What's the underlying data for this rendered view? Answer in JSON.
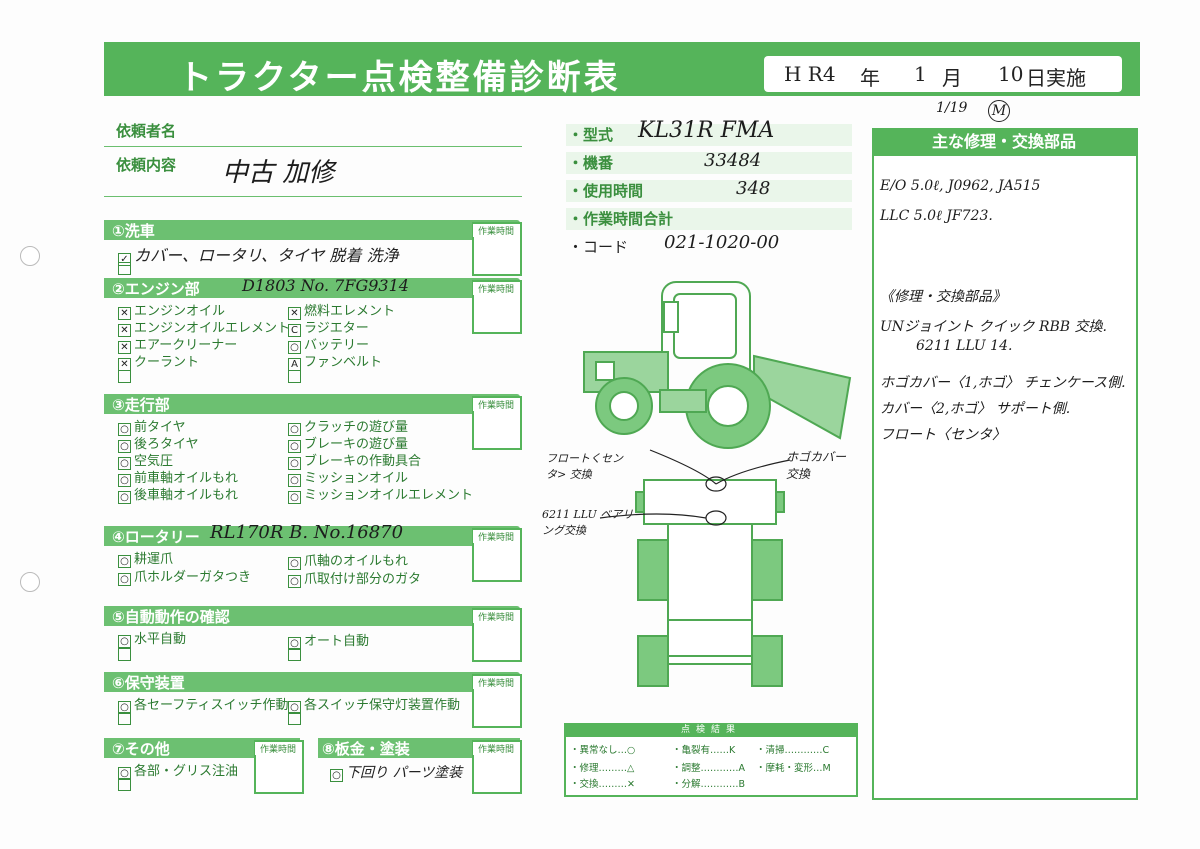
{
  "header": {
    "title": "トラクター点検整備診断表",
    "date_era": "H R4",
    "date_year_suffix": "年",
    "date_month": "1",
    "date_month_suffix": "月",
    "date_day": "10",
    "date_day_suffix": "日実施",
    "note_date": "1/19",
    "note_mark": "M"
  },
  "request": {
    "requester_label": "依頼者名",
    "requester_value": "",
    "content_label": "依頼内容",
    "content_value": "中古 加修"
  },
  "machine": {
    "model_label": "・型式",
    "model_value": "KL31R FMA",
    "serial_label": "・機番",
    "serial_value": "33484",
    "hours_label": "・使用時間",
    "hours_value": "348",
    "work_total_label": "・作業時間合計",
    "code_label": "・コード",
    "code_value": "021-1020-00"
  },
  "sections": {
    "work_time_label": "作業時間",
    "s1": {
      "title": "①洗車",
      "note": "カバー、ロータリ、タイヤ 脱着 洗浄"
    },
    "s2": {
      "title": "②エンジン部",
      "note": "D1803 No. 7FG9314",
      "items": [
        "エンジンオイル",
        "エンジンオイルエレメント",
        "エアークリーナー",
        "クーラント",
        "燃料エレメント",
        "ラジエター",
        "バッテリー",
        "ファンベルト"
      ],
      "marks": [
        "✕",
        "✕",
        "✕",
        "✕",
        "✕",
        "C",
        "○",
        "A"
      ]
    },
    "s3": {
      "title": "③走行部",
      "items": [
        "前タイヤ",
        "後ろタイヤ",
        "空気圧",
        "前車軸オイルもれ",
        "後車軸オイルもれ",
        "クラッチの遊び量",
        "ブレーキの遊び量",
        "ブレーキの作動具合",
        "ミッションオイル",
        "ミッションオイルエレメント"
      ],
      "marks": [
        "○",
        "○",
        "○",
        "○",
        "○",
        "○",
        "○",
        "○",
        "○",
        "○"
      ]
    },
    "s4": {
      "title": "④ロータリー",
      "note": "RL170R B. No.16870",
      "items": [
        "耕運爪",
        "爪ホルダーガタつき",
        "爪軸のオイルもれ",
        "爪取付け部分のガタ"
      ],
      "marks": [
        "○",
        "○",
        "○",
        "○"
      ]
    },
    "s5": {
      "title": "⑤自動動作の確認",
      "items": [
        "水平自動",
        "オート自動"
      ],
      "marks": [
        "○",
        "○"
      ]
    },
    "s6": {
      "title": "⑥保守装置",
      "items": [
        "各セーフティスイッチ作動",
        "各スイッチ保守灯装置作動"
      ],
      "marks": [
        "○",
        "○"
      ]
    },
    "s7": {
      "title": "⑦その他",
      "items": [
        "各部・グリス注油"
      ],
      "marks": [
        "○"
      ]
    },
    "s8": {
      "title": "⑧板金・塗装",
      "note": "下回り パーツ塗装",
      "marks": [
        "○"
      ]
    }
  },
  "diagram": {
    "note_front_center": "フロートくセンタ> 交換",
    "note_hogo_cover": "ホゴカバー 交換",
    "note_bearing": "6211 LLU ベアリング交換"
  },
  "legend": {
    "title": "点検結果",
    "entries": [
      "・異常なし…○",
      "・亀裂有……K",
      "・清掃…………C",
      "・修理………△",
      "・調整…………A",
      "・摩耗・変形…M",
      "・交換………✕",
      "・分解…………B"
    ]
  },
  "parts": {
    "title": "主な修理・交換部品",
    "lines": [
      "E/O 5.0ℓ, J0962, JA515",
      "LLC 5.0ℓ JF723.",
      "",
      "《修理・交換部品》",
      "UNジョイント クイック RBB 交換.",
      "6211 LLU 14.",
      "ホゴカバー〈1,ホゴ〉 チェンケース側.",
      "カバー〈2,ホゴ〉 サポート側.",
      "フロート〈センタ〉"
    ]
  },
  "colors": {
    "brand_green": "#55b45a",
    "light_green": "#6cc071",
    "text_green": "#3a8f3e"
  }
}
